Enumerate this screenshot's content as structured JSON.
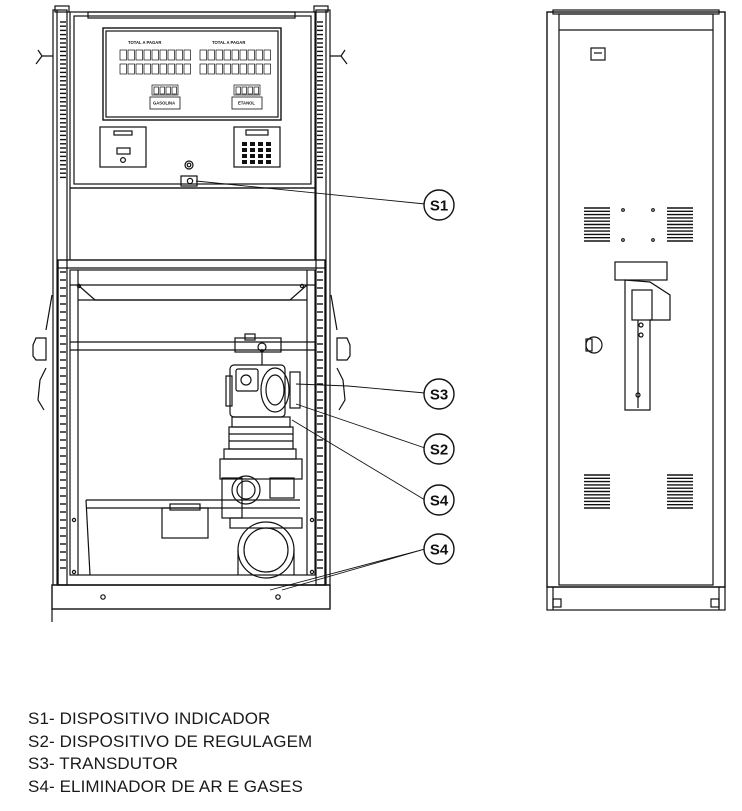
{
  "front_panel": {
    "display_left_title": "TOTAL A PAGAR",
    "display_right_title": "TOTAL A PAGAR",
    "product_left": "GASOLINA",
    "product_right": "ETANOL"
  },
  "tags": [
    {
      "code": "S1"
    },
    {
      "code": "S3"
    },
    {
      "code": "S2"
    },
    {
      "code": "S4"
    },
    {
      "code": "S4"
    }
  ],
  "legend": [
    {
      "code": "S1",
      "text": "- DISPOSITIVO INDICADOR"
    },
    {
      "code": "S2",
      "text": "- DISPOSITIVO DE REGULAGEM"
    },
    {
      "code": "S3",
      "text": "- TRANSDUTOR"
    },
    {
      "code": "S4",
      "text": "- ELIMINADOR DE AR E GASES"
    }
  ]
}
